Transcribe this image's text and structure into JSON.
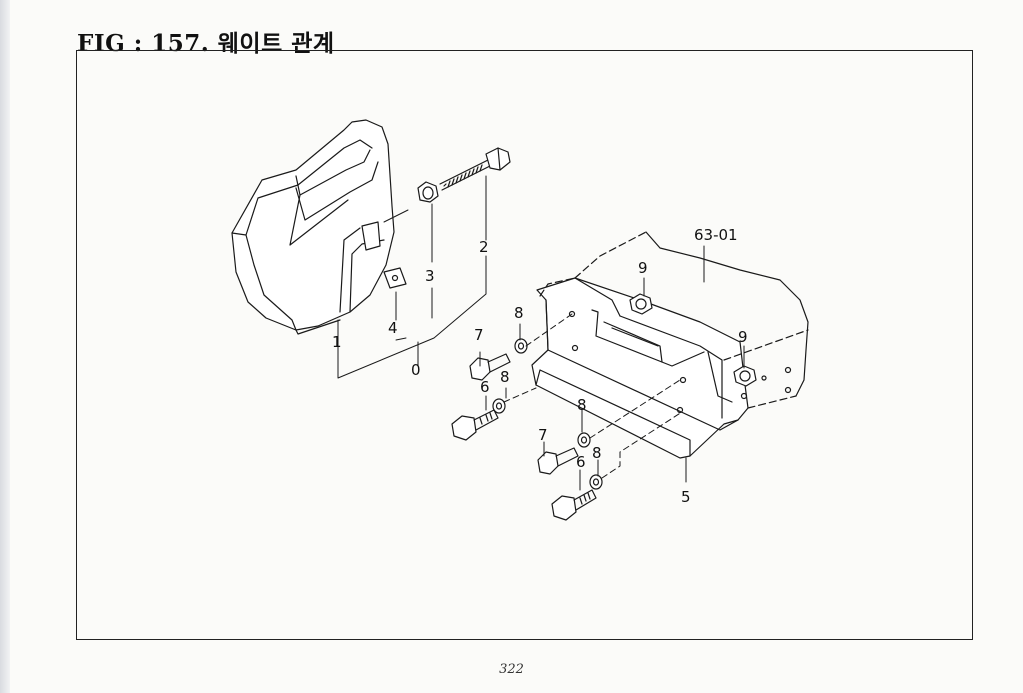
{
  "figure": {
    "title": "FIG : 157. 웨이트 관계"
  },
  "callouts": [
    {
      "id": "c0",
      "text": "0"
    },
    {
      "id": "c1",
      "text": "1"
    },
    {
      "id": "c2",
      "text": "2"
    },
    {
      "id": "c3",
      "text": "3"
    },
    {
      "id": "c4",
      "text": "4"
    },
    {
      "id": "c5",
      "text": "5"
    },
    {
      "id": "c6a",
      "text": "6"
    },
    {
      "id": "c6b",
      "text": "6"
    },
    {
      "id": "c7a",
      "text": "7"
    },
    {
      "id": "c7b",
      "text": "7"
    },
    {
      "id": "c8a",
      "text": "8"
    },
    {
      "id": "c8b",
      "text": "8"
    },
    {
      "id": "c8c",
      "text": "8"
    },
    {
      "id": "c8d",
      "text": "8"
    },
    {
      "id": "c9a",
      "text": "9"
    },
    {
      "id": "c9b",
      "text": "9"
    },
    {
      "id": "c63",
      "text": "63-01"
    }
  ],
  "page": {
    "number": "322"
  }
}
